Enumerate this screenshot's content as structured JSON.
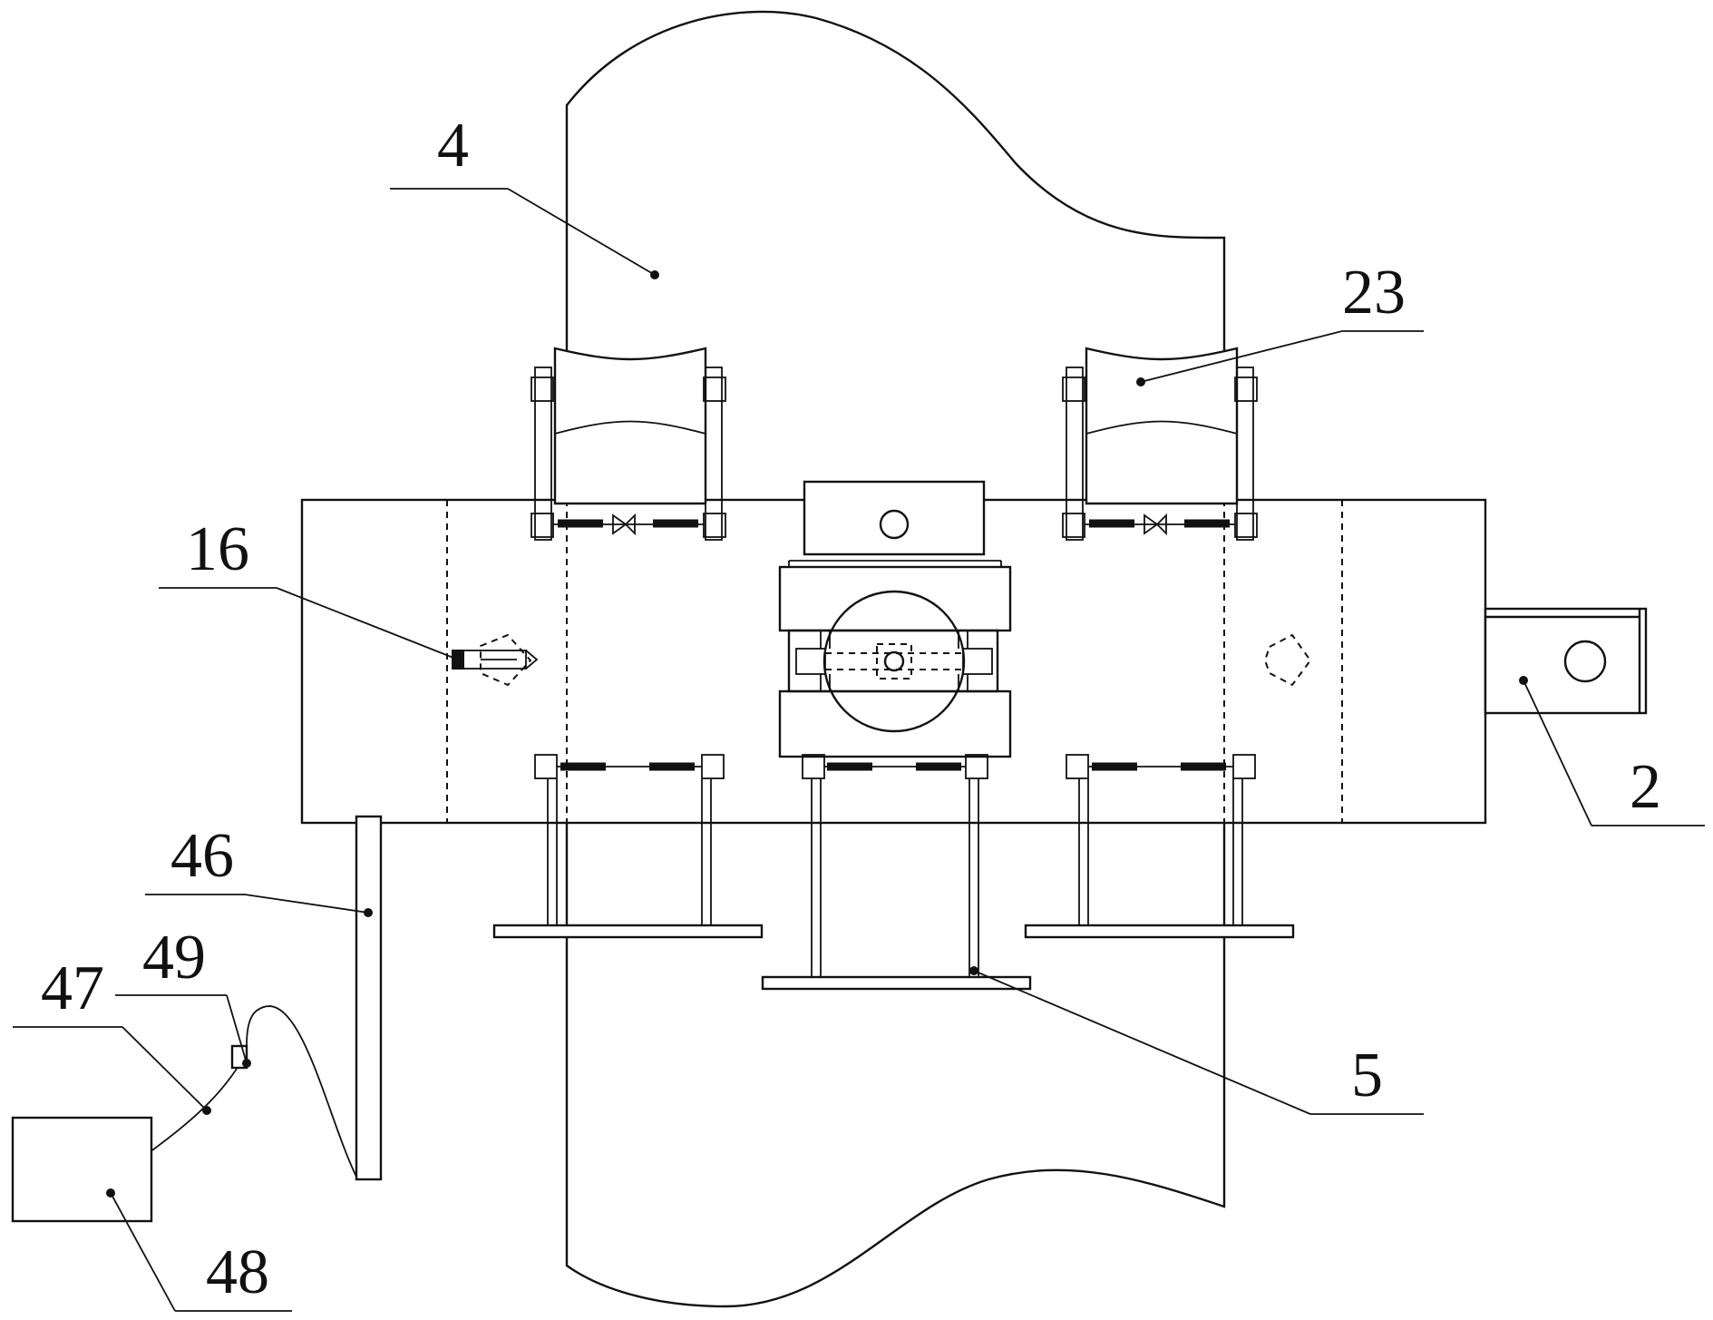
{
  "labels": {
    "l4": "4",
    "l23": "23",
    "l16": "16",
    "l2": "2",
    "l46": "46",
    "l49": "49",
    "l47": "47",
    "l5": "5",
    "l48": "48"
  }
}
